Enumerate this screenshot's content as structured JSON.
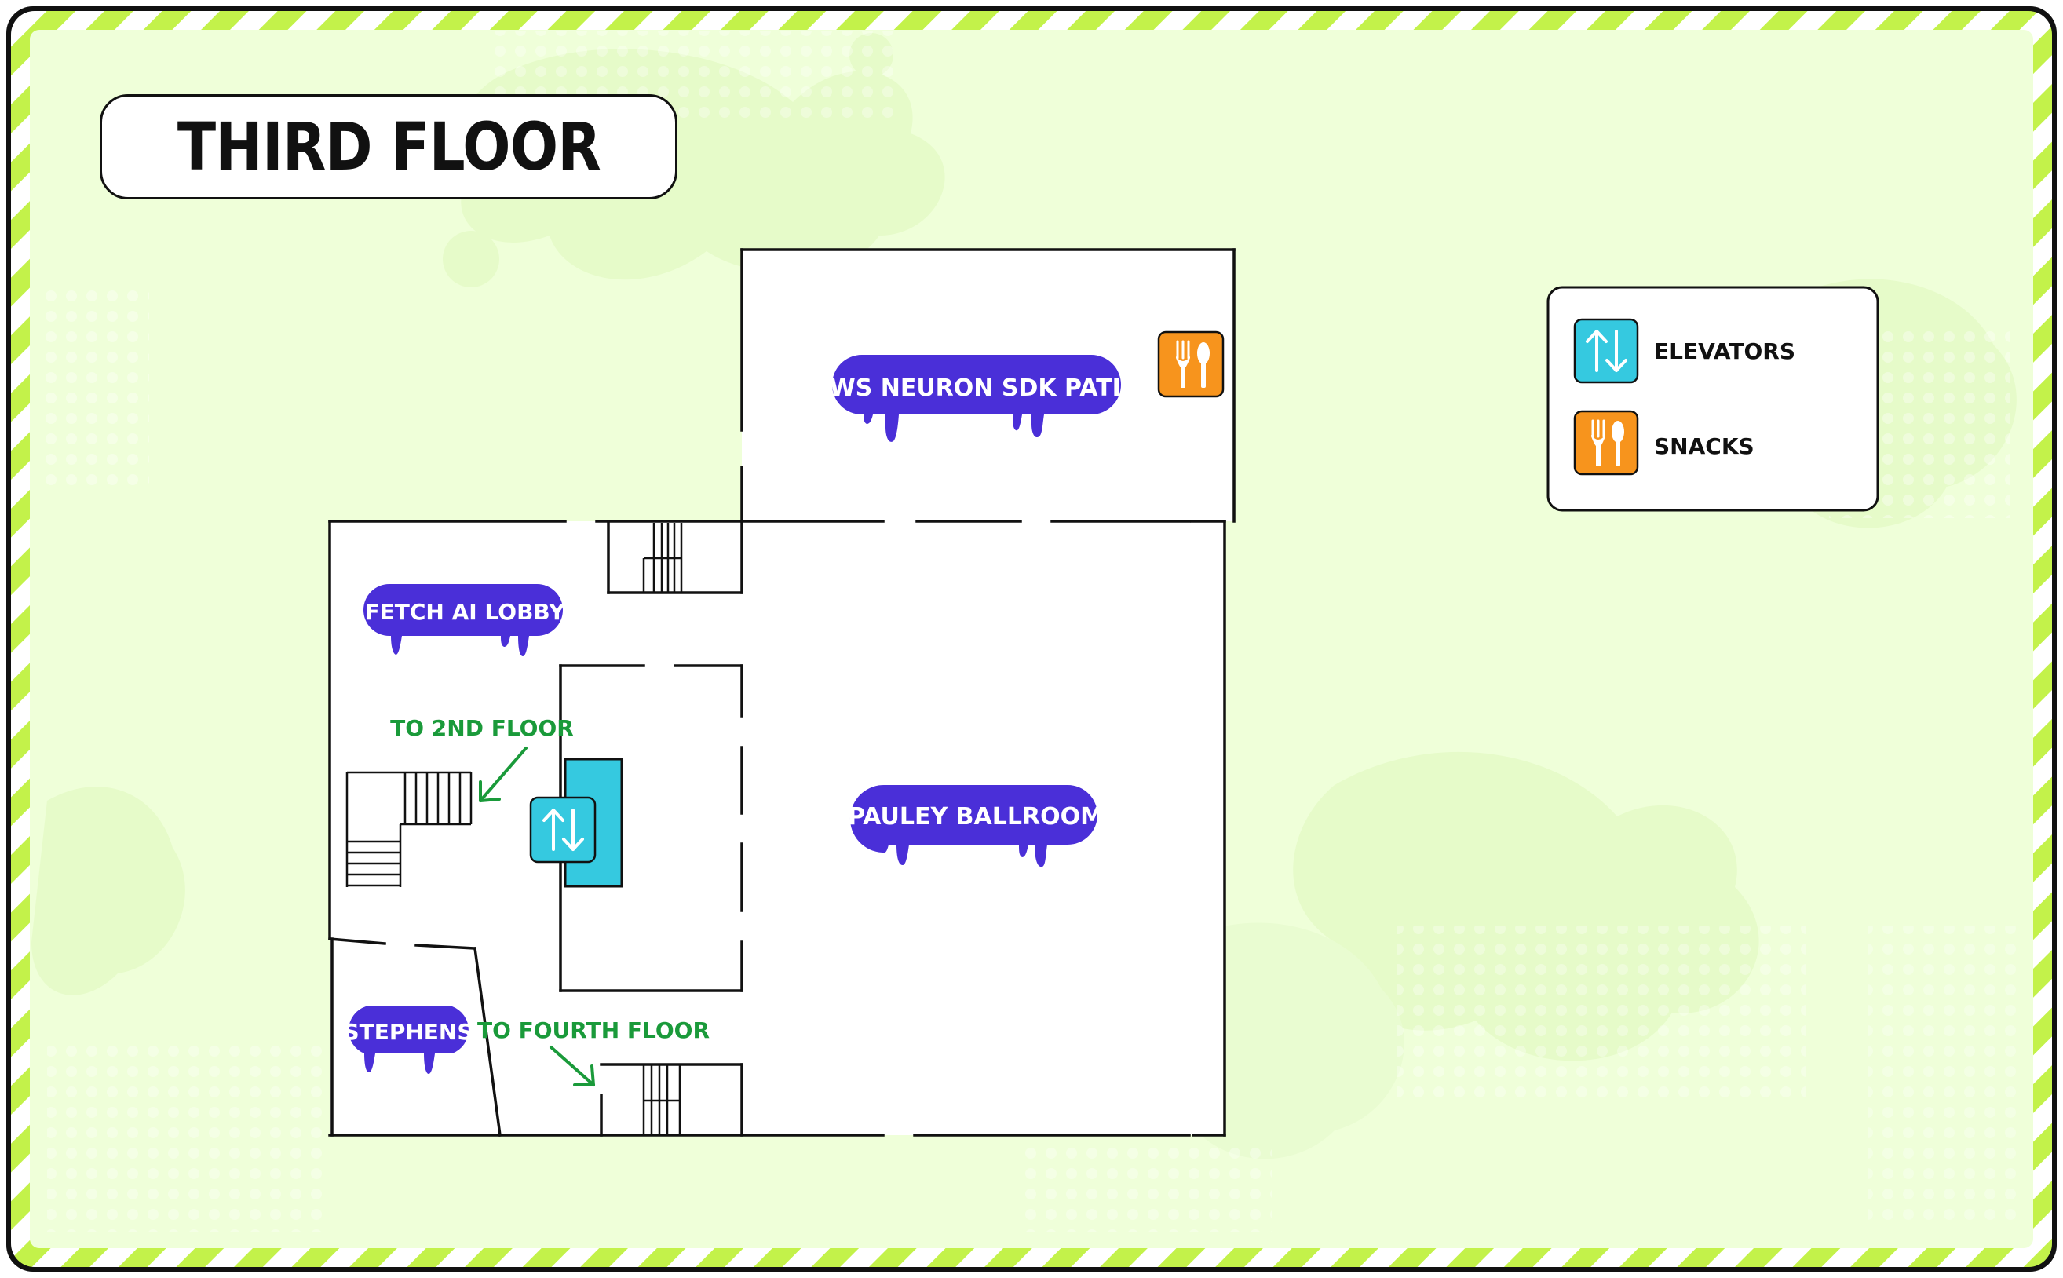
{
  "map": {
    "title": "THIRD FLOOR",
    "rooms": [
      {
        "id": "aws",
        "label": "AWS NEURON SDK PATIO"
      },
      {
        "id": "fetch",
        "label": "FETCH AI LOBBY"
      },
      {
        "id": "pauley",
        "label": "PAULEY BALLROOM"
      },
      {
        "id": "stephens",
        "label": "STEPHENS"
      }
    ],
    "directions": [
      {
        "id": "down",
        "label": "TO 2ND FLOOR"
      },
      {
        "id": "up",
        "label": "TO FOURTH FLOOR"
      }
    ],
    "legend": [
      {
        "icon": "elevator-icon",
        "label": "ELEVATORS",
        "color": "#35c9e0"
      },
      {
        "icon": "fork-spoon-icon",
        "label": "SNACKS",
        "color": "#f7941d"
      }
    ]
  },
  "colors": {
    "background": "#efffd9",
    "accent_stripe": "#c3f24a",
    "room_pill": "#4a2fd8",
    "elevator": "#35c9e0",
    "snacks": "#f7941d",
    "direction_text": "#1a9a3a",
    "wall": "#111111"
  }
}
